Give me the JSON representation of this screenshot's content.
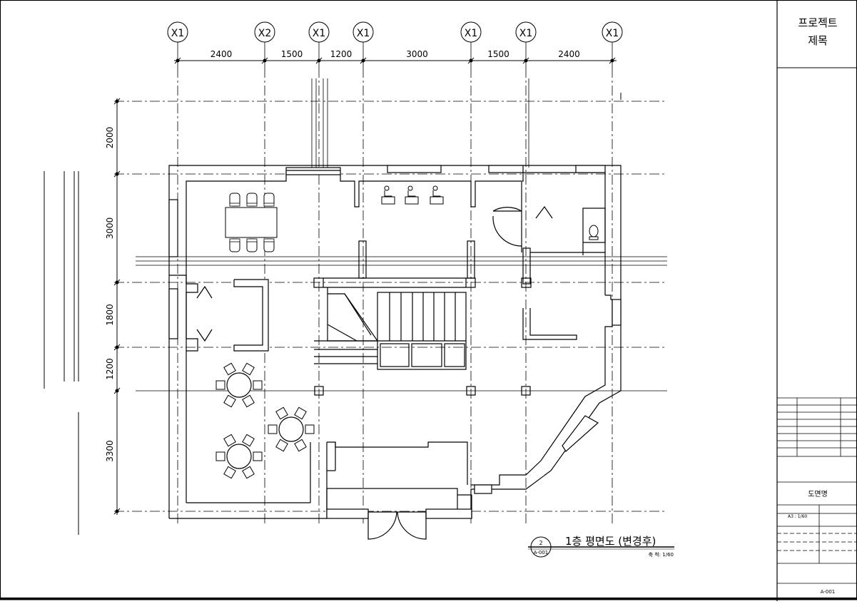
{
  "grid_columns": {
    "labels": [
      "X1",
      "X2",
      "X1",
      "X1",
      "X1",
      "X1",
      "X1"
    ],
    "spans": [
      "2400",
      "1500",
      "1200",
      "3000",
      "1500",
      "2400"
    ]
  },
  "grid_rows": {
    "spans": [
      "2000",
      "3000",
      "1800",
      "1200",
      "3300"
    ]
  },
  "drawing_title": {
    "number": "2",
    "sheet_ref": "A-001",
    "title": "1층 평면도 (변경후)",
    "scale": "축 척: 1/60"
  },
  "title_block": {
    "project_title_line1": "프로젝트",
    "project_title_line2": "제목",
    "drawing_name_label": "도면명",
    "paper_scale": "A3 : 1/60",
    "sheet_number": "A-001"
  },
  "colors": {
    "ink": "#000000",
    "paper": "#ffffff"
  }
}
